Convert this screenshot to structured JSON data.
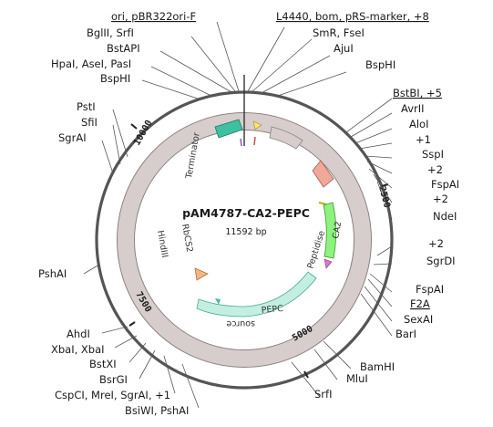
{
  "plasmid": {
    "name": "pAM4787-CA2-PEPC",
    "size": "11592 bp"
  },
  "ticks": [
    "2500",
    "5000",
    "7500",
    "10000"
  ],
  "features": {
    "ca2": "CA2",
    "peptidise": "Peptidise",
    "pepc": "PEPC",
    "source": "source",
    "terminator": "Terminator",
    "rbcs2": "RbCS2",
    "hindiii": "HindIII"
  },
  "sites_right": [
    "L4440, bom, pRS-marker, +8",
    "SmR, FseI",
    "AjuI",
    "BspHI",
    "BstBI, +5",
    "AvrII",
    "AloI",
    "+1",
    "SspI",
    "+2",
    "FspAI",
    "+2",
    "NdeI",
    "+2",
    "SgrDI",
    "FspAI",
    "F2A",
    "SexAI",
    "BarI",
    "BamHI",
    "MluI",
    "SrfI"
  ],
  "sites_left": [
    "ori, pBR322ori-F",
    "BglII, SrfI",
    "BstAPI",
    "HpaI, AseI, PasI",
    "BspHI",
    "PstI",
    "SfiI",
    "SgrAI",
    "PshAI",
    "AhdI",
    "XbaI, XbaI",
    "BstXI",
    "BsrGI",
    "CspCI, MreI, SgrAI, +1",
    "BsiWI, PshAI"
  ],
  "colors": {
    "backbone": "#d7cdcd",
    "backbone_stroke": "#8c8282",
    "ring": "#555555",
    "pepc": "#c2efe2",
    "ca2": "#8ef27e",
    "pink": "#f0a898",
    "teal": "#3fc0a0",
    "orange": "#f0b880",
    "yellow": "#ffe36a"
  }
}
